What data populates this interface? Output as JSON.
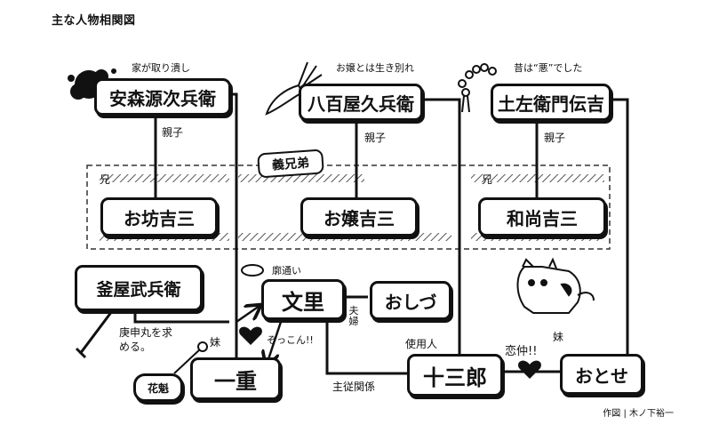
{
  "title": "主な人物相関図",
  "credit": "作図 | 木ノ下裕一",
  "sibling_group_label": "義兄弟",
  "people": {
    "yasumori": "安森源次兵衛",
    "yaoya": "八百屋久兵衛",
    "tosa": "土左衛門伝吉",
    "obou": "お坊吉三",
    "ojo": "お嬢吉三",
    "osho": "和尚吉三",
    "kamaya": "釜屋武兵衛",
    "bunri": "文里",
    "oshizu": "おしづ",
    "hitoe": "一重",
    "jusaburo": "十三郎",
    "otose": "おとせ"
  },
  "notes": {
    "yasumori": "家が取り潰し",
    "yaoya": "お嬢とは生き別れ",
    "tosa": "昔は“悪”でした",
    "kamaya": "庚申丸を求める。",
    "bunri": "廓通い",
    "hitoe_heart": "ぞっこん!!",
    "love": "恋仲!!"
  },
  "relations": {
    "parent_child": "親子",
    "elder_brother": "兄",
    "younger_sister": "妹",
    "married": "夫婦",
    "servant": "使用人",
    "master_servant": "主従関係",
    "oiran": "花魁"
  },
  "icons": [
    "ink-blot-icon",
    "radish-icon",
    "prayer-beads-icon",
    "sword-icon",
    "hairpin-icon",
    "dog-icon",
    "heart-icon"
  ]
}
